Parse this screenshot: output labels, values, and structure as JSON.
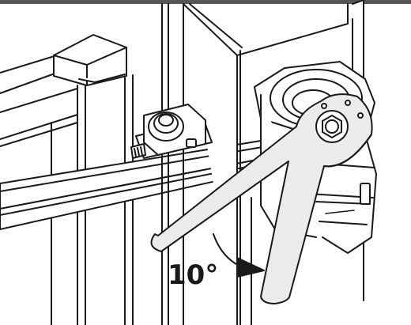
{
  "illustration": {
    "angle_label": "10°",
    "colors": {
      "line": "#1a1a1a",
      "fill": "#ffffff",
      "wrench": "#ebebeb",
      "top_bar": "#555555"
    },
    "parts": [
      "gate-frame",
      "gate-post",
      "gate-hinge",
      "actuator-housing",
      "spanner-wrench",
      "angle-arrow"
    ]
  }
}
